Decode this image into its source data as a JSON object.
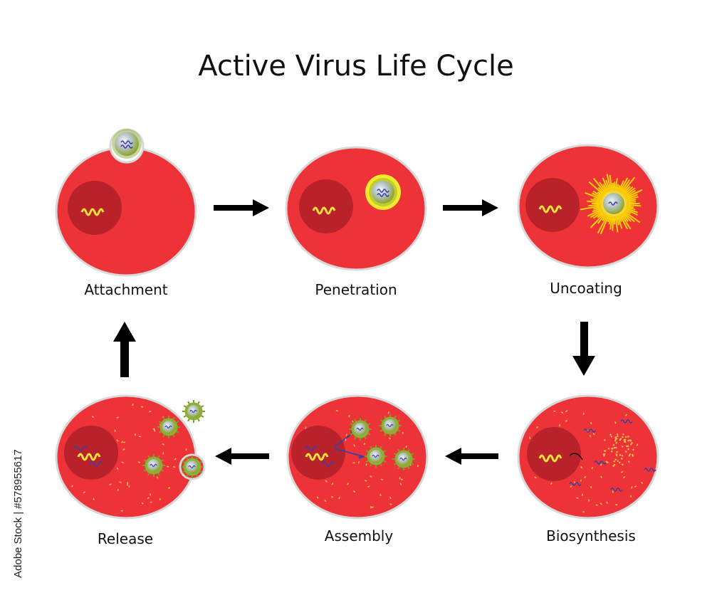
{
  "title": "Active Virus Life Cycle",
  "stages": [
    {
      "label": "Attachment"
    },
    {
      "label": "Penetration"
    },
    {
      "label": "Uncoating"
    },
    {
      "label": "Biosynthesis"
    },
    {
      "label": "Assembly"
    },
    {
      "label": "Release"
    }
  ],
  "watermark": "Adobe Stock | #578955617",
  "colors": {
    "cell": "#ee3338",
    "cell_border": "#d9d9d9",
    "nucleus": "#b9222a",
    "genome": "#f6e23a",
    "capsid": "#9fbe3a",
    "arrow": "#000000",
    "viral_rna": "#3b3fa6"
  }
}
